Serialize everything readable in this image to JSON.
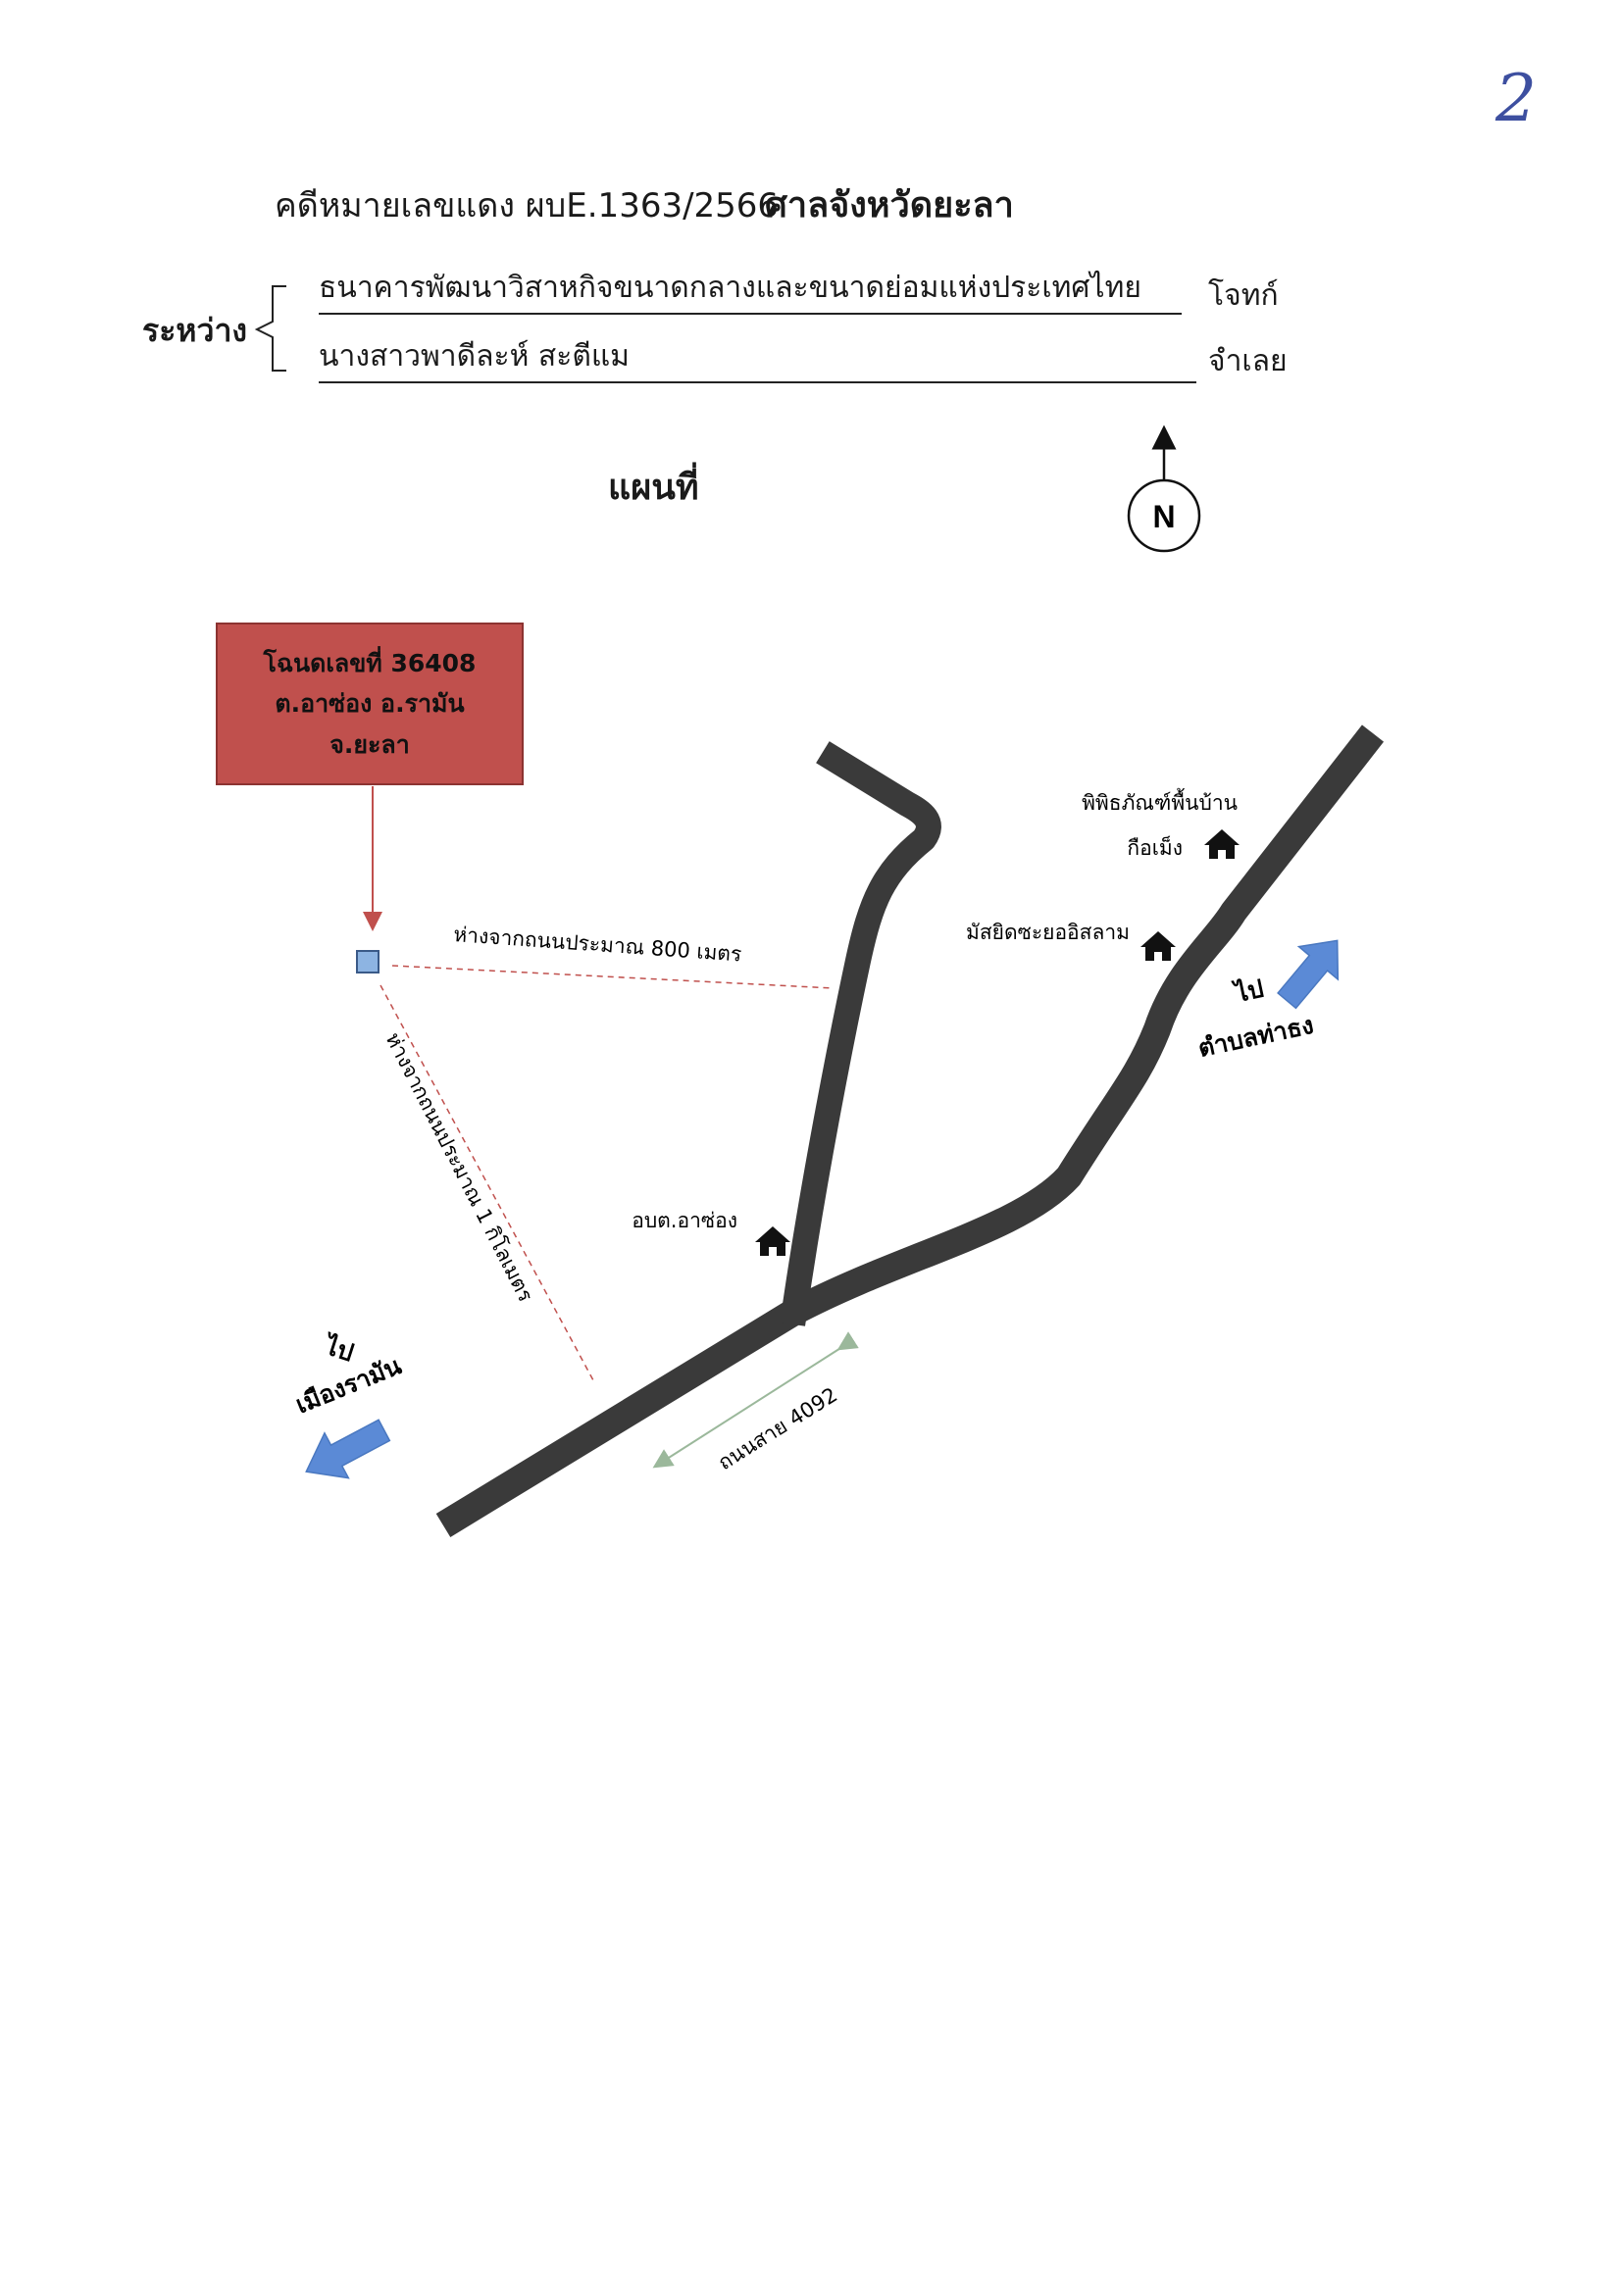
{
  "page_number": "2",
  "header": {
    "case_number": "คดีหมายเลขแดง ผบE.1363/2566",
    "court": "ศาลจังหวัดยะลา",
    "between_label": "ระหว่าง",
    "plaintiff": "ธนาคารพัฒนาวิสาหกิจขนาดกลางและขนาดย่อมแห่งประเทศไทย",
    "plaintiff_role": "โจทก์",
    "defendant": "นางสาวพาดีละห์ สะตีแม",
    "defendant_role": "จำเลย"
  },
  "map": {
    "title": "แผนที่",
    "compass_label": "N",
    "deed": {
      "line1": "โฉนดเลขที่  36408",
      "line2": "ต.อาซ่อง อ.รามัน",
      "line3": "จ.ยะลา"
    },
    "distance_to_road_800": "ห่างจากถนนประมาณ 800 เมตร",
    "distance_to_road_1km": "ห่างจากถนนประมาณ 1 กิโลเมตร",
    "road_label": "ถนนสาย 4092",
    "landmarks": {
      "museum_line1": "พิพิธภัณฑ์พื้นบ้าน",
      "museum_line2": "กือเม็ง",
      "mosque": "มัสยิดซะยออิสลาม",
      "sao": "อบต.อาซ่อง"
    },
    "direction_east": {
      "to": "ไป",
      "place": "ตำบลท่าธง"
    },
    "direction_west": {
      "to": "ไป",
      "place": "เมืองรามัน"
    },
    "colors": {
      "road": "#3a3a3a",
      "deed_box": "#c0504d",
      "pointer": "#c0504d",
      "arrow": "#5b8ad6",
      "measure": "#9bb89b",
      "plot_marker": "#8db4e2"
    }
  }
}
